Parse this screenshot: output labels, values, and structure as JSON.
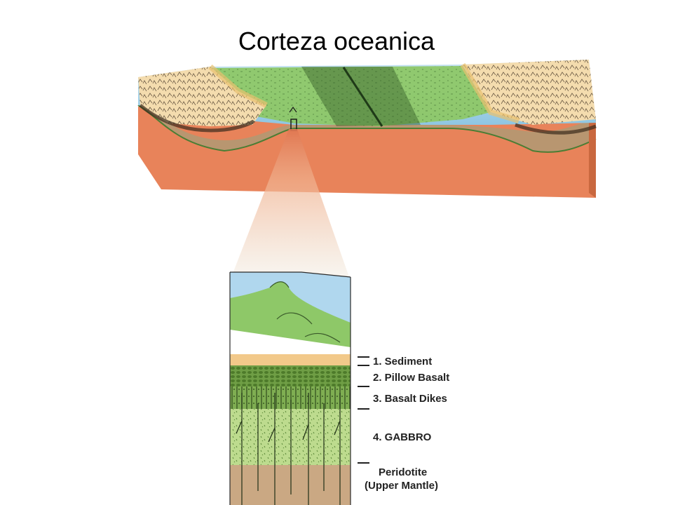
{
  "title": "Corteza oceanica",
  "layers": [
    {
      "id": "sediment",
      "label": "1. Sediment"
    },
    {
      "id": "pillow",
      "label": "2. Pillow Basalt"
    },
    {
      "id": "dikes",
      "label": "3. Basalt Dikes"
    },
    {
      "id": "gabbro",
      "label": "4. GABBRO"
    },
    {
      "id": "peridotite",
      "label": "Peridotite",
      "sublabel": "(Upper Mantle)"
    }
  ],
  "colors": {
    "ocean": "#9ccfe8",
    "seafloor": "#8cc566",
    "continent": "#f4dcae",
    "crust": "#b89670",
    "mantle": "#e8835a",
    "sediment": "#f2c98a",
    "gabbro": "#b7d98a",
    "peridotite": "#caa883"
  }
}
